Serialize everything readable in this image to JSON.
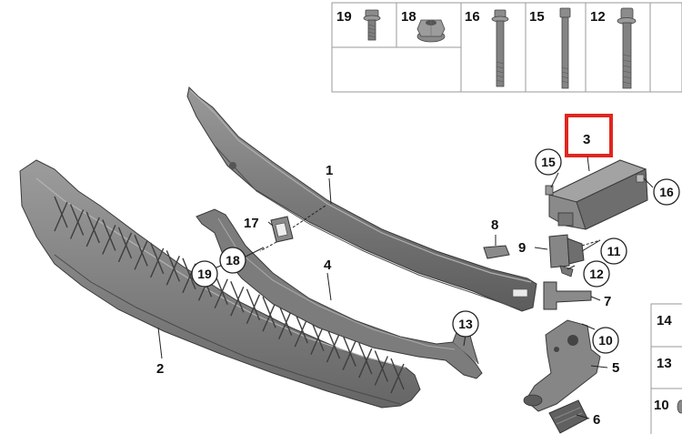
{
  "palette": {
    "part_fill": "#7d7d7d",
    "part_dark": "#5a5a5a",
    "part_light": "#a6a6a6",
    "highlight_box": "#e0261e",
    "outline": "#222222"
  },
  "hardware_table": [
    {
      "label": "19",
      "icon": "short-bolt-icon"
    },
    {
      "label": "18",
      "icon": "nut-icon"
    },
    {
      "label": "16",
      "icon": "long-bolt-icon"
    },
    {
      "label": "15",
      "icon": "long-screw-icon"
    },
    {
      "label": "12",
      "icon": "bolt-icon"
    }
  ],
  "side_table": [
    {
      "label": "14"
    },
    {
      "label": "13"
    },
    {
      "label": "10"
    }
  ],
  "callouts": {
    "plain": [
      {
        "id": "c1",
        "label": "1"
      },
      {
        "id": "c2",
        "label": "2"
      },
      {
        "id": "c3",
        "label": "3"
      },
      {
        "id": "c4",
        "label": "4"
      },
      {
        "id": "c5",
        "label": "5"
      },
      {
        "id": "c6",
        "label": "6"
      },
      {
        "id": "c7",
        "label": "7"
      },
      {
        "id": "c8",
        "label": "8"
      },
      {
        "id": "c9",
        "label": "9"
      },
      {
        "id": "c17",
        "label": "17"
      }
    ],
    "circled": [
      {
        "id": "k15",
        "label": "15"
      },
      {
        "id": "k16",
        "label": "16"
      },
      {
        "id": "k11",
        "label": "11"
      },
      {
        "id": "k12",
        "label": "12"
      },
      {
        "id": "k18",
        "label": "18"
      },
      {
        "id": "k19",
        "label": "19"
      },
      {
        "id": "k13",
        "label": "13"
      },
      {
        "id": "k10",
        "label": "10"
      }
    ]
  },
  "parts": [
    {
      "name": "bumper-carrier-beam",
      "callout": "1"
    },
    {
      "name": "bumper-absorber",
      "callout": "2"
    },
    {
      "name": "mounting-bracket",
      "callout": "3"
    },
    {
      "name": "lower-support",
      "callout": "4"
    },
    {
      "name": "tow-eye-bracket",
      "callout": "5"
    },
    {
      "name": "cover-piece",
      "callout": "6"
    },
    {
      "name": "guide-clip",
      "callout": "7"
    },
    {
      "name": "small-clip",
      "callout": "8"
    },
    {
      "name": "holder-bracket",
      "callout": "9"
    }
  ]
}
